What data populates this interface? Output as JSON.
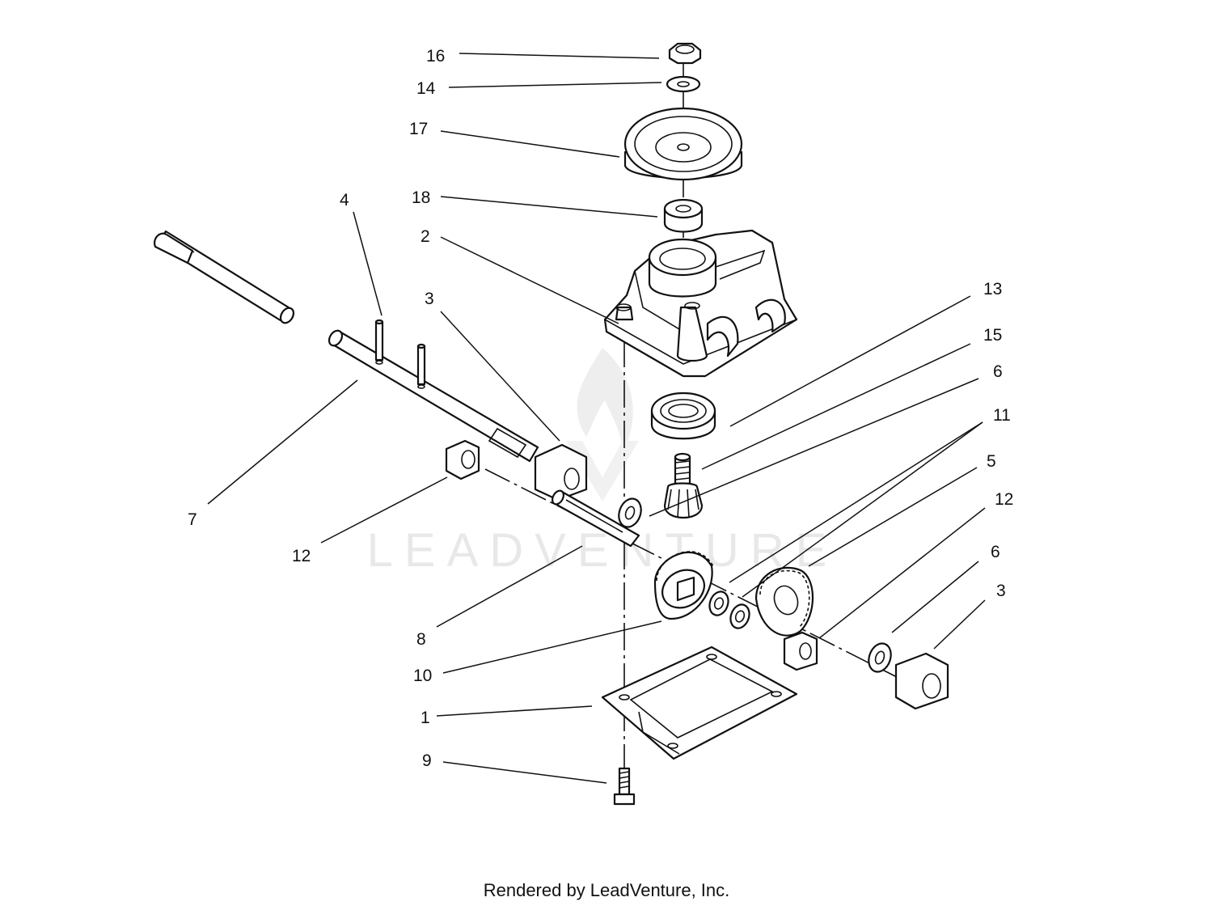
{
  "footer": "Rendered by LeadVenture, Inc.",
  "watermark": "LEADVENTURE",
  "callouts": [
    "16",
    "14",
    "17",
    "18",
    "2",
    "4",
    "3",
    "13",
    "15",
    "6",
    "11",
    "5",
    "12",
    "6",
    "3",
    "7",
    "12",
    "8",
    "10",
    "1",
    "9"
  ]
}
